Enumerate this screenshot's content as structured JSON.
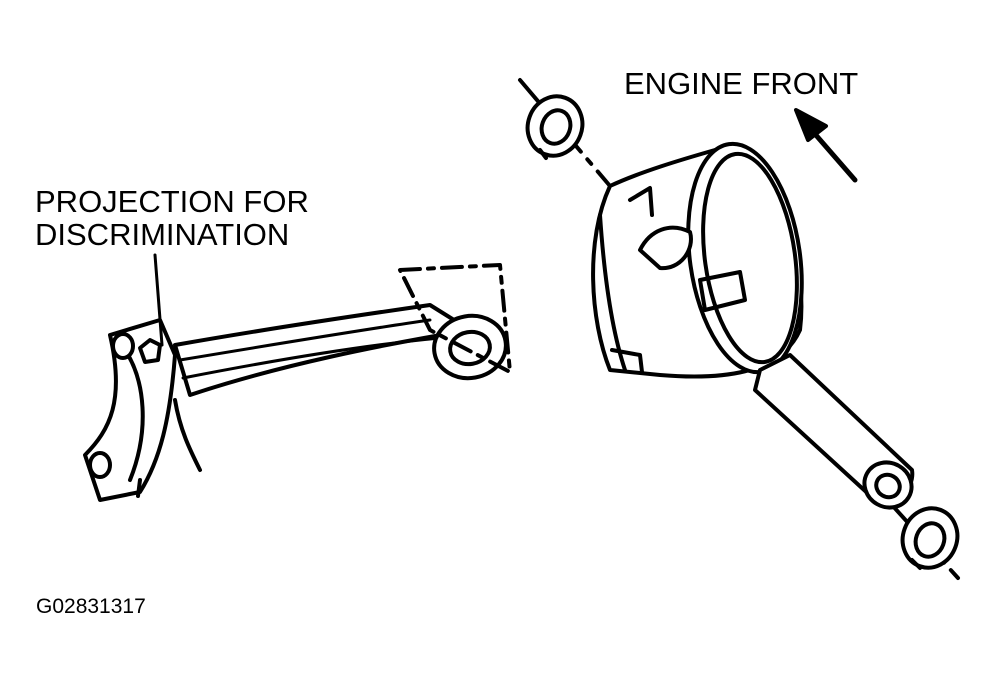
{
  "labels": {
    "engine_front": "ENGINE FRONT",
    "projection_line1": "PROJECTION FOR",
    "projection_line2": "DISCRIMINATION",
    "figure_code": "G02831317"
  },
  "colors": {
    "ink": "#000000",
    "paper": "#ffffff"
  }
}
